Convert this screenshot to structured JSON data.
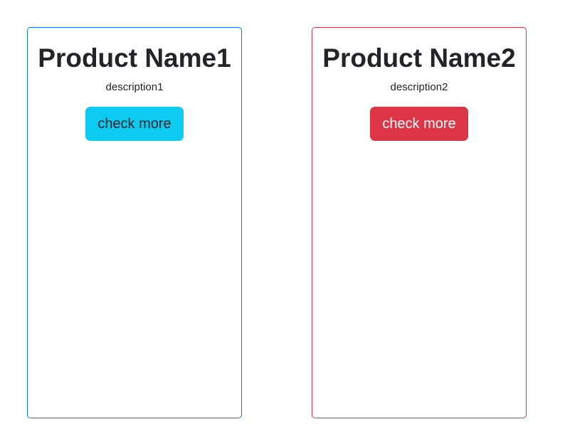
{
  "products": [
    {
      "title": "Product Name1",
      "description": "description1",
      "button_label": "check more",
      "border_color": "#0d6efd",
      "button_color": "#0dcaf0",
      "button_text_color": "#212529"
    },
    {
      "title": "Product Name2",
      "description": "description2",
      "button_label": "check more",
      "border_color": "#dc3545",
      "button_color": "#dc3545",
      "button_text_color": "#ffffff"
    }
  ]
}
